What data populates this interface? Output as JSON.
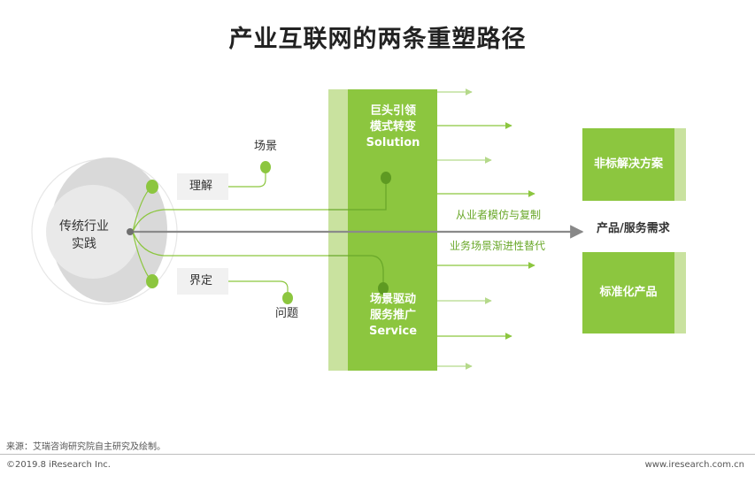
{
  "title": "产业互联网的两条重塑路径",
  "center_circle": {
    "line1": "传统行业",
    "line2": "实践"
  },
  "tags": {
    "understand": "理解",
    "define": "界定"
  },
  "endpoints": {
    "scenario": "场景",
    "problem": "问题"
  },
  "box_top": {
    "line1": "巨头引领",
    "line2": "模式转变",
    "line3": "Solution"
  },
  "box_bottom": {
    "line1": "场景驱动",
    "line2": "服务推广",
    "line3": "Service"
  },
  "path_labels": {
    "upper": "从业者模仿与复制",
    "lower": "业务场景渐进性替代"
  },
  "demand_label": "产品/服务需求",
  "right_boxes": {
    "top": "非标解决方案",
    "bottom": "标准化产品"
  },
  "footer": {
    "source": "来源：艾瑞咨询研究院自主研究及绘制。",
    "copyright": "©2019.8 iResearch Inc.",
    "url": "www.iresearch.com.cn"
  },
  "colors": {
    "primary_green": "#8cc63f",
    "light_green": "#c9e29f",
    "circle_gray": "#dcdcdc",
    "arrow_gray": "#888888"
  }
}
